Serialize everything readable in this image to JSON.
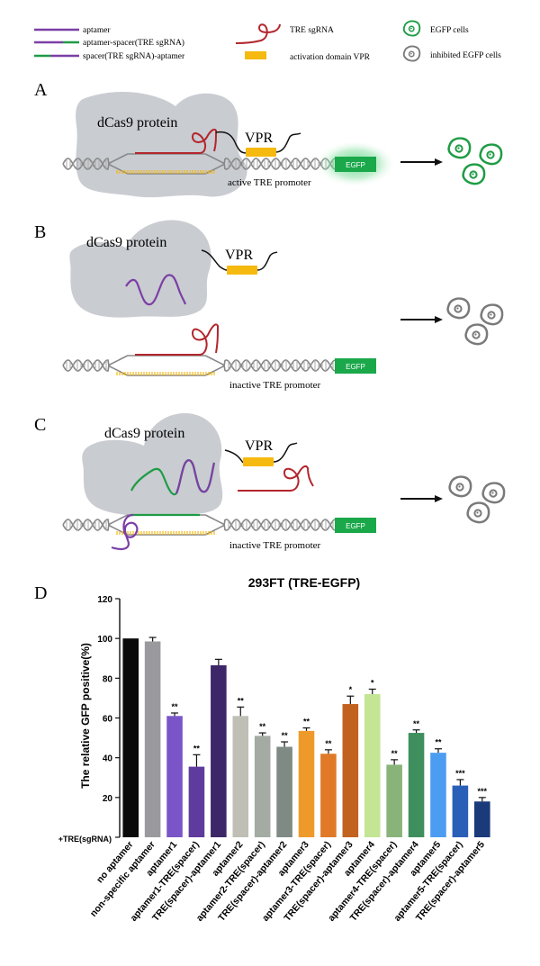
{
  "legend": {
    "aptamer": "aptamer",
    "aptamer_spacer": "aptamer-spacer(TRE sgRNA)",
    "spacer_aptamer": "spacer(TRE sgRNA)-aptamer",
    "tre_sgrna": "TRE sgRNA",
    "vpr": "activation  domain VPR",
    "egfp_cells": "EGFP cells",
    "inhibited_cells": "inhibited EGFP cells"
  },
  "panels": {
    "a": {
      "letter": "A",
      "protein": "dCas9 protein",
      "vpr": "VPR",
      "egfp": "EGFP",
      "promoter": "active TRE promoter"
    },
    "b": {
      "letter": "B",
      "protein": "dCas9 protein",
      "vpr": "VPR",
      "egfp": "EGFP",
      "promoter": "inactive TRE promoter"
    },
    "c": {
      "letter": "C",
      "protein": "dCas9 protein",
      "vpr": "VPR",
      "egfp": "EGFP",
      "promoter": "inactive TRE promoter"
    },
    "d": {
      "letter": "D"
    }
  },
  "colors": {
    "purple": "#7b3fa6",
    "green": "#1e9c45",
    "red": "#b3262d",
    "orange": "#f5b90f",
    "egfp": "#1aa84a",
    "protein": "#c9ccd1",
    "dna": "#888888"
  },
  "chart_data": {
    "type": "bar",
    "title": "293FT (TRE-EGFP)",
    "ylabel": "The relative GFP positive(%)",
    "xlabel": "",
    "ylim": [
      0,
      120
    ],
    "yticks": [
      0,
      20,
      40,
      60,
      80,
      100,
      120
    ],
    "row_label": "+TRE(sgRNA)",
    "categories": [
      "no aptamer",
      "non-specific aptamer",
      "aptamer1",
      "aptamer1-TRE(spacer)",
      "TRE(spacer)-aptamer1",
      "aptamer2",
      "aptamer2-TRE(spacer)",
      "TRE(spacer)-aptamer2",
      "aptamer3",
      "aptamer3-TRE(spacer)",
      "TRE(spacer)-aptamer3",
      "aptamer4",
      "aptamer4-TRE(spacer)",
      "TRE(spacer)-aptamer4",
      "aptamer5",
      "aptamer5-TRE(spacer)",
      "TRE(spacer)-aptamer5"
    ],
    "values": [
      100,
      98.5,
      61,
      35.5,
      86.5,
      61,
      51,
      45.5,
      53.5,
      42,
      67,
      72,
      36.5,
      52.5,
      42.5,
      26,
      18
    ],
    "errors": [
      0,
      2,
      1.5,
      6,
      3,
      4.5,
      1.5,
      2.5,
      1.5,
      2,
      4,
      2.5,
      2.5,
      1.5,
      2,
      3,
      2
    ],
    "significance": [
      "",
      "",
      "**",
      "**",
      "",
      "**",
      "**",
      "**",
      "**",
      "**",
      "*",
      "*",
      "**",
      "**",
      "**",
      "***",
      "***"
    ],
    "bar_colors": [
      "#0a0a0a",
      "#9a9a9e",
      "#7a55c8",
      "#5e3b9c",
      "#3d2768",
      "#c0bfb6",
      "#a3aba3",
      "#7f8a85",
      "#ee9a2b",
      "#e07a27",
      "#c2621f",
      "#c3e594",
      "#88b47a",
      "#3f8f5e",
      "#4c9df2",
      "#2a5fb8",
      "#1a3a7a"
    ],
    "grid": false
  }
}
